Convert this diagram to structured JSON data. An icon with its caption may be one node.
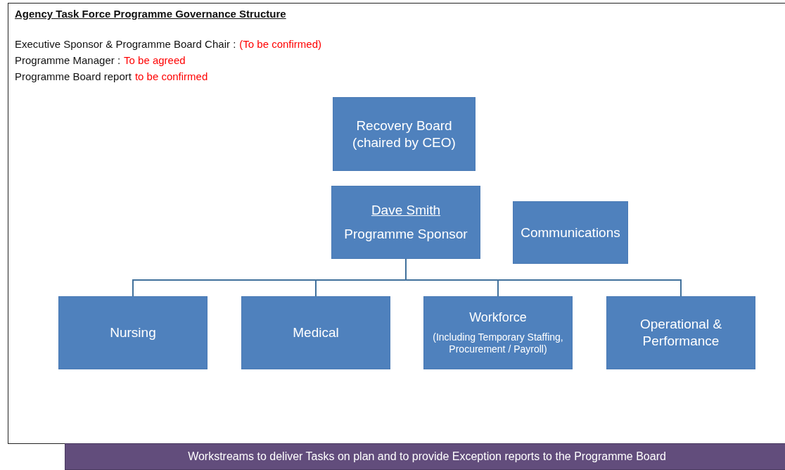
{
  "diagram": {
    "title": "Agency Task Force Programme Governance Structure",
    "nodes": [
      {
        "text": [
          "Recovery Board (chaired by CEO)"
        ]
      },
      {
        "text": [
          "Dave Smith",
          "Programme Sponsor"
        ]
      },
      {
        "text": [
          "Communications"
        ]
      },
      {
        "text": [
          "Nursing"
        ]
      },
      {
        "text": [
          "Medical"
        ]
      },
      {
        "text": [
          "Workforce",
          "(Including Temporary Staffing, Procurement / Payroll)"
        ]
      },
      {
        "text": [
          "Operational & Performance"
        ]
      },
      {
        "text": [
          "Workstreams to deliver Tasks on plan and to provide Exception reports to the Programme Board"
        ]
      }
    ],
    "edges": [
      {
        "from": 1,
        "to": 3,
        "arrow": "none"
      },
      {
        "from": 1,
        "to": 4,
        "arrow": "none"
      },
      {
        "from": 1,
        "to": 5,
        "arrow": "none"
      },
      {
        "from": 1,
        "to": 6,
        "arrow": "none"
      }
    ],
    "labels": [
      "Executive Sponsor & Programme Board Chair :",
      "(To be confirmed)",
      "Programme Manager :",
      "To be agreed",
      "Programme Board report",
      "to be confirmed"
    ]
  }
}
